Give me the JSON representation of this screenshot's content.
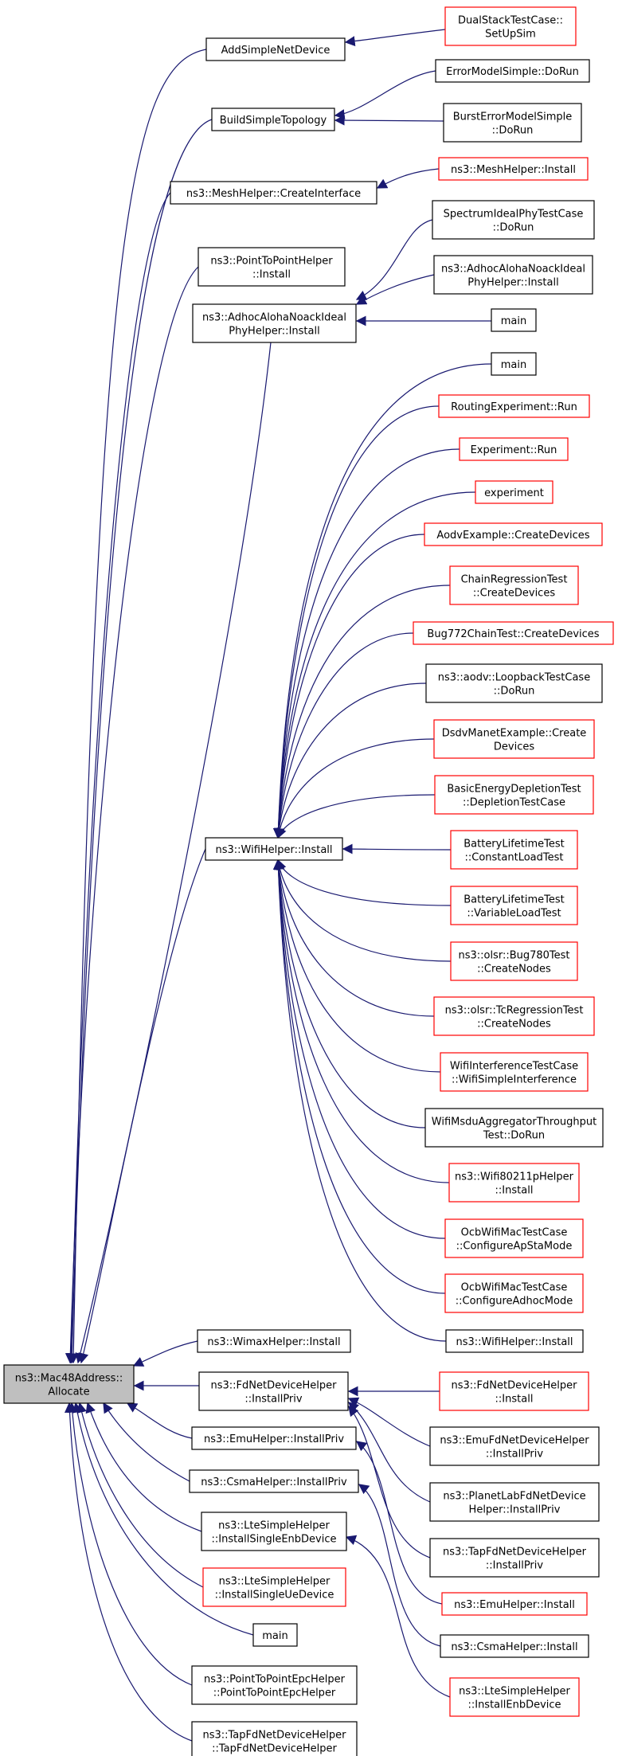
{
  "colors": {
    "edge": "#191970",
    "border_normal": "#000000",
    "border_red": "#ff0000",
    "root_fill": "#bfbfbf",
    "node_fill": "#ffffff"
  },
  "nodes": [
    {
      "id": "root",
      "lines": [
        "ns3::Mac48Address::",
        "Allocate"
      ],
      "style": "root"
    },
    {
      "id": "addsimple",
      "lines": [
        "AddSimpleNetDevice"
      ],
      "style": "normal"
    },
    {
      "id": "dualstack",
      "lines": [
        "DualStackTestCase::",
        "SetUpSim"
      ],
      "style": "red"
    },
    {
      "id": "buildsimple",
      "lines": [
        "BuildSimpleTopology"
      ],
      "style": "normal"
    },
    {
      "id": "errmodel",
      "lines": [
        "ErrorModelSimple::DoRun"
      ],
      "style": "normal"
    },
    {
      "id": "bursterr",
      "lines": [
        "BurstErrorModelSimple",
        "::DoRun"
      ],
      "style": "normal"
    },
    {
      "id": "meshci",
      "lines": [
        "ns3::MeshHelper::CreateInterface"
      ],
      "style": "normal"
    },
    {
      "id": "meshinst",
      "lines": [
        "ns3::MeshHelper::Install"
      ],
      "style": "red"
    },
    {
      "id": "p2pinst",
      "lines": [
        "ns3::PointToPointHelper",
        "::Install"
      ],
      "style": "normal"
    },
    {
      "id": "adhoc",
      "lines": [
        "ns3::AdhocAlohaNoackIdeal",
        "PhyHelper::Install"
      ],
      "style": "normal"
    },
    {
      "id": "specideal",
      "lines": [
        "SpectrumIdealPhyTestCase",
        "::DoRun"
      ],
      "style": "normal"
    },
    {
      "id": "adhoc2",
      "lines": [
        "ns3::AdhocAlohaNoackIdeal",
        "PhyHelper::Install"
      ],
      "style": "normal"
    },
    {
      "id": "main1",
      "lines": [
        "main"
      ],
      "style": "normal"
    },
    {
      "id": "main2",
      "lines": [
        "main"
      ],
      "style": "normal"
    },
    {
      "id": "routingexp",
      "lines": [
        "RoutingExperiment::Run"
      ],
      "style": "red"
    },
    {
      "id": "expRun",
      "lines": [
        "Experiment::Run"
      ],
      "style": "red"
    },
    {
      "id": "experiment",
      "lines": [
        "experiment"
      ],
      "style": "red"
    },
    {
      "id": "aodvex",
      "lines": [
        "AodvExample::CreateDevices"
      ],
      "style": "red"
    },
    {
      "id": "chainreg",
      "lines": [
        "ChainRegressionTest",
        "::CreateDevices"
      ],
      "style": "red"
    },
    {
      "id": "bug772",
      "lines": [
        "Bug772ChainTest::CreateDevices"
      ],
      "style": "red"
    },
    {
      "id": "aodvloop",
      "lines": [
        "ns3::aodv::LoopbackTestCase",
        "::DoRun"
      ],
      "style": "normal"
    },
    {
      "id": "dsdvmanet",
      "lines": [
        "DsdvManetExample::Create",
        "Devices"
      ],
      "style": "red"
    },
    {
      "id": "basicenergy",
      "lines": [
        "BasicEnergyDepletionTest",
        "::DepletionTestCase"
      ],
      "style": "red"
    },
    {
      "id": "battconst",
      "lines": [
        "BatteryLifetimeTest",
        "::ConstantLoadTest"
      ],
      "style": "red"
    },
    {
      "id": "battvar",
      "lines": [
        "BatteryLifetimeTest",
        "::VariableLoadTest"
      ],
      "style": "red"
    },
    {
      "id": "olsrbug780",
      "lines": [
        "ns3::olsr::Bug780Test",
        "::CreateNodes"
      ],
      "style": "red"
    },
    {
      "id": "olsrtc",
      "lines": [
        "ns3::olsr::TcRegressionTest",
        "::CreateNodes"
      ],
      "style": "red"
    },
    {
      "id": "wifiinterf",
      "lines": [
        "WifiInterferenceTestCase",
        "::WifiSimpleInterference"
      ],
      "style": "red"
    },
    {
      "id": "wifimsdu",
      "lines": [
        "WifiMsduAggregatorThroughput",
        "Test::DoRun"
      ],
      "style": "normal"
    },
    {
      "id": "wifi80211p",
      "lines": [
        "ns3::Wifi80211pHelper",
        "::Install"
      ],
      "style": "red"
    },
    {
      "id": "ocbapsta",
      "lines": [
        "OcbWifiMacTestCase",
        "::ConfigureApStaMode"
      ],
      "style": "red"
    },
    {
      "id": "ocbadhoc",
      "lines": [
        "OcbWifiMacTestCase",
        "::ConfigureAdhocMode"
      ],
      "style": "red"
    },
    {
      "id": "wifiinst2",
      "lines": [
        "ns3::WifiHelper::Install"
      ],
      "style": "normal"
    },
    {
      "id": "wifiinst",
      "lines": [
        "ns3::WifiHelper::Install"
      ],
      "style": "normal"
    },
    {
      "id": "wimax",
      "lines": [
        "ns3::WimaxHelper::Install"
      ],
      "style": "normal"
    },
    {
      "id": "fdpriv",
      "lines": [
        "ns3::FdNetDeviceHelper",
        "::InstallPriv"
      ],
      "style": "normal"
    },
    {
      "id": "fdinst",
      "lines": [
        "ns3::FdNetDeviceHelper",
        "::Install"
      ],
      "style": "red"
    },
    {
      "id": "emufdpriv",
      "lines": [
        "ns3::EmuFdNetDeviceHelper",
        "::InstallPriv"
      ],
      "style": "normal"
    },
    {
      "id": "emupriv",
      "lines": [
        "ns3::EmuHelper::InstallPriv"
      ],
      "style": "normal"
    },
    {
      "id": "planetlab",
      "lines": [
        "ns3::PlanetLabFdNetDevice",
        "Helper::InstallPriv"
      ],
      "style": "normal"
    },
    {
      "id": "csmapriv",
      "lines": [
        "ns3::CsmaHelper::InstallPriv"
      ],
      "style": "normal"
    },
    {
      "id": "tapfdpriv",
      "lines": [
        "ns3::TapFdNetDeviceHelper",
        "::InstallPriv"
      ],
      "style": "normal"
    },
    {
      "id": "lteenb",
      "lines": [
        "ns3::LteSimpleHelper",
        "::InstallSingleEnbDevice"
      ],
      "style": "normal"
    },
    {
      "id": "emuinst",
      "lines": [
        "ns3::EmuHelper::Install"
      ],
      "style": "red"
    },
    {
      "id": "lteue",
      "lines": [
        "ns3::LteSimpleHelper",
        "::InstallSingleUeDevice"
      ],
      "style": "red"
    },
    {
      "id": "csmainst",
      "lines": [
        "ns3::CsmaHelper::Install"
      ],
      "style": "normal"
    },
    {
      "id": "main3",
      "lines": [
        "main"
      ],
      "style": "normal"
    },
    {
      "id": "lteenbinst",
      "lines": [
        "ns3::LteSimpleHelper",
        "::InstallEnbDevice"
      ],
      "style": "red"
    },
    {
      "id": "p2pepc",
      "lines": [
        "ns3::PointToPointEpcHelper",
        "::PointToPointEpcHelper"
      ],
      "style": "normal"
    },
    {
      "id": "tapfdhelper",
      "lines": [
        "ns3::TapFdNetDeviceHelper",
        "::TapFdNetDeviceHelper"
      ],
      "style": "normal"
    }
  ]
}
